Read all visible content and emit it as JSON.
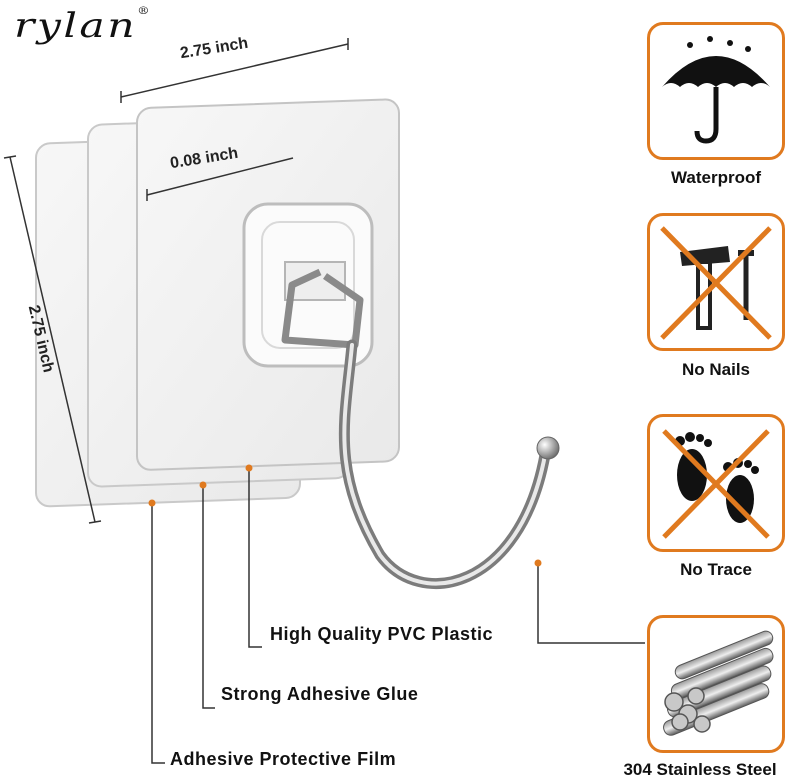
{
  "brand": {
    "name": "rylan",
    "registered": "®"
  },
  "dimensions": {
    "width": "2.75 inch",
    "thickness": "0.08 inch",
    "height": "2.75 inch"
  },
  "callouts": {
    "pvc": "High Quality PVC Plastic",
    "glue": "Strong Adhesive Glue",
    "film": "Adhesive Protective Film"
  },
  "features": [
    {
      "label": "Waterproof",
      "icon": "umbrella-icon"
    },
    {
      "label": "No Nails",
      "icon": "hammer-nail-icon"
    },
    {
      "label": "No Trace",
      "icon": "footprints-icon"
    },
    {
      "label": "304 Stainless Steel",
      "icon": "steel-rods-icon"
    }
  ],
  "colors": {
    "accent": "#e07a1f",
    "dot": "#e07a1f"
  }
}
